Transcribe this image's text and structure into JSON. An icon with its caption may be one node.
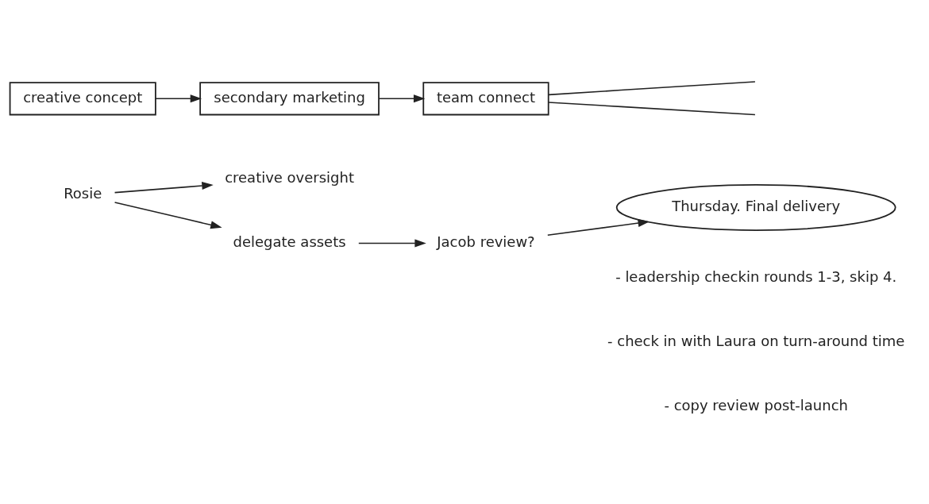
{
  "diagram": {
    "nodes": [
      {
        "text": [
          "Rosie"
        ]
      },
      {
        "text": [
          "creative oversight"
        ]
      },
      {
        "text": [
          "delegate assets"
        ]
      },
      {
        "text": [
          "Jacob review?"
        ]
      },
      {
        "text": [
          "Thursday. Final delivery"
        ]
      },
      {
        "text": [
          "creative concept"
        ]
      },
      {
        "text": [
          "secondary marketing"
        ]
      },
      {
        "text": [
          "team connect"
        ]
      }
    ],
    "edges": [
      {
        "from": 0,
        "to": 1,
        "arrow": "to"
      },
      {
        "from": 0,
        "to": 2,
        "arrow": "to"
      },
      {
        "from": 2,
        "to": 3,
        "arrow": "to"
      },
      {
        "from": 3,
        "to": 4,
        "arrow": "to"
      },
      {
        "from": 5,
        "to": 6,
        "arrow": "to"
      },
      {
        "from": 6,
        "to": 7,
        "arrow": "to"
      },
      {
        "from": 7,
        "to": null,
        "arrow": "none"
      },
      {
        "from": 7,
        "to": null,
        "arrow": "none"
      }
    ],
    "labels": [
      "- leadership checkin rounds 1-3, skip 4.",
      "- check in with Laura on turn-around time",
      "- copy review post-launch"
    ]
  }
}
